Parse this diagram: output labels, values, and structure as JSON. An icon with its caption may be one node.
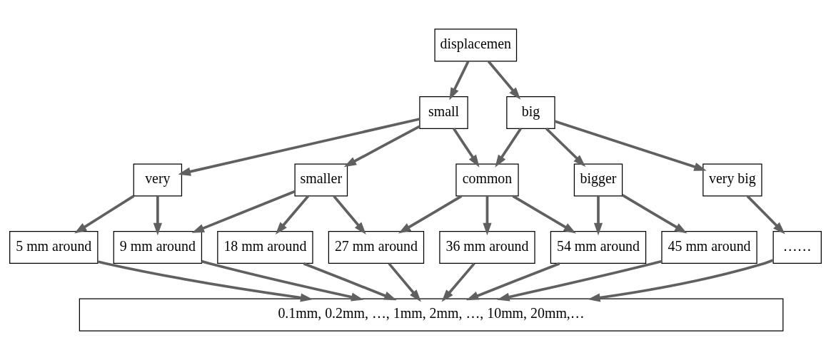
{
  "diagram": {
    "nodes": [
      {
        "text": [
          "displacemen"
        ]
      },
      {
        "text": [
          "small"
        ]
      },
      {
        "text": [
          "big"
        ]
      },
      {
        "text": [
          "very"
        ]
      },
      {
        "text": [
          "smaller"
        ]
      },
      {
        "text": [
          "common"
        ]
      },
      {
        "text": [
          "bigger"
        ]
      },
      {
        "text": [
          "very big"
        ]
      },
      {
        "text": [
          "5 mm around"
        ]
      },
      {
        "text": [
          "9 mm around"
        ]
      },
      {
        "text": [
          "18 mm around"
        ]
      },
      {
        "text": [
          "27 mm around"
        ]
      },
      {
        "text": [
          "36 mm around"
        ]
      },
      {
        "text": [
          "45 mm around"
        ]
      },
      {
        "text": [
          "54 mm around"
        ]
      },
      {
        "text": [
          "……"
        ]
      },
      {
        "text": [
          "0.1mm, 0.2mm, …, 1mm, 2mm, …, 10mm, 20mm,…"
        ]
      }
    ],
    "edges": [
      {
        "from": 0,
        "to": 1,
        "arrow": "to"
      },
      {
        "from": 0,
        "to": 2,
        "arrow": "to"
      },
      {
        "from": 1,
        "to": 3,
        "arrow": "to"
      },
      {
        "from": 1,
        "to": 4,
        "arrow": "to"
      },
      {
        "from": 1,
        "to": 5,
        "arrow": "to"
      },
      {
        "from": 2,
        "to": 5,
        "arrow": "to"
      },
      {
        "from": 2,
        "to": 6,
        "arrow": "to"
      },
      {
        "from": 2,
        "to": 7,
        "arrow": "to"
      },
      {
        "from": 3,
        "to": 8,
        "arrow": "to"
      },
      {
        "from": 3,
        "to": 9,
        "arrow": "to"
      },
      {
        "from": 4,
        "to": 9,
        "arrow": "to"
      },
      {
        "from": 4,
        "to": 10,
        "arrow": "to"
      },
      {
        "from": 4,
        "to": 11,
        "arrow": "to"
      },
      {
        "from": 5,
        "to": 11,
        "arrow": "to"
      },
      {
        "from": 5,
        "to": 12,
        "arrow": "to"
      },
      {
        "from": 5,
        "to": 14,
        "arrow": "to"
      },
      {
        "from": 6,
        "to": 13,
        "arrow": "to"
      },
      {
        "from": 6,
        "to": 14,
        "arrow": "to"
      },
      {
        "from": 7,
        "to": 15,
        "arrow": "to"
      },
      {
        "from": 8,
        "to": 16,
        "arrow": "to"
      },
      {
        "from": 9,
        "to": 16,
        "arrow": "to"
      },
      {
        "from": 10,
        "to": 16,
        "arrow": "to"
      },
      {
        "from": 11,
        "to": 16,
        "arrow": "to"
      },
      {
        "from": 12,
        "to": 16,
        "arrow": "to"
      },
      {
        "from": 13,
        "to": 16,
        "arrow": "to"
      },
      {
        "from": 14,
        "to": 16,
        "arrow": "to"
      },
      {
        "from": 15,
        "to": 16,
        "arrow": "to"
      }
    ]
  }
}
